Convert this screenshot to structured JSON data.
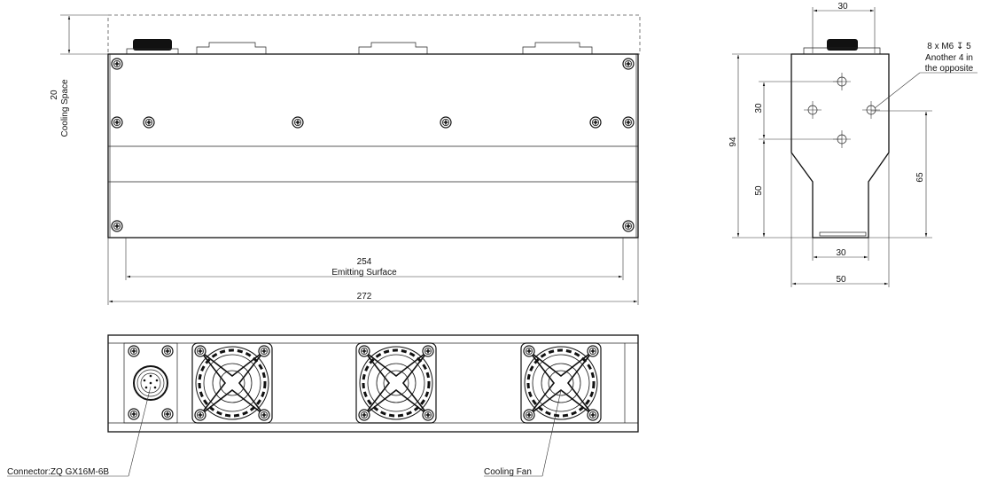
{
  "front_view": {
    "cooling_space_value": "20",
    "cooling_space_label": "Cooling Space",
    "emitting_width": "254",
    "emitting_label": "Emitting Surface",
    "total_width": "272"
  },
  "side_view": {
    "top_width": "30",
    "height_total": "94",
    "hole_spacing": "30",
    "lower_height": "50",
    "right_height": "65",
    "bottom_width": "30",
    "base_width": "50",
    "hole_note": [
      "8 x M6 ↧ 5",
      "Another 4 in",
      "the opposite"
    ]
  },
  "bottom_view": {
    "connector_label": "Connector:ZQ GX16M-6B",
    "fan_label": "Cooling Fan"
  }
}
